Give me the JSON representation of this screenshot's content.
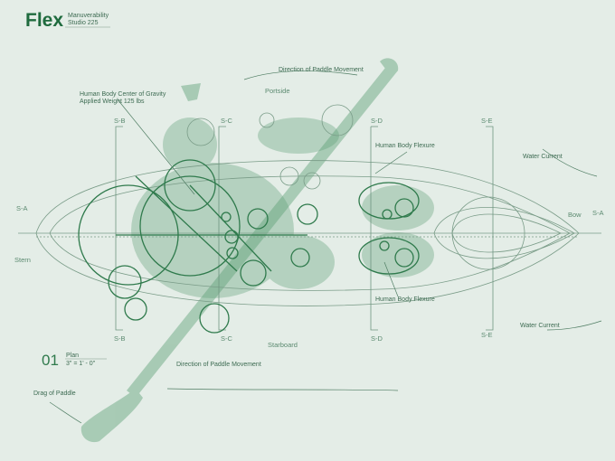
{
  "title": {
    "brand": "Flex",
    "line1": "Manuverability",
    "line2": "Studio 225"
  },
  "plan": {
    "number": "01",
    "label": "Plan",
    "scale": "3\" = 1' - 0\""
  },
  "sections": {
    "sa": "S-A",
    "sb": "S-B",
    "sc": "S-C",
    "sd": "S-D",
    "se": "S-E"
  },
  "labels": {
    "paddle_top": "Direction of Paddle Movement",
    "paddle_bottom": "Direction of Paddle Movement",
    "portside": "Portside",
    "starboard": "Starboard",
    "cog1": "Human Body Center of Gravity",
    "cog2": "Applied Weight 125 lbs",
    "flexure_top": "Human Body Flexure",
    "flexure_bottom": "Human Body Flexure",
    "water_top": "Water Current",
    "water_bottom": "Water Current",
    "bow": "Bow",
    "stern": "Stern",
    "drag": "Drag of Paddle"
  },
  "colors": {
    "background": "#e4ede7",
    "accent": "#1f6b3e"
  }
}
